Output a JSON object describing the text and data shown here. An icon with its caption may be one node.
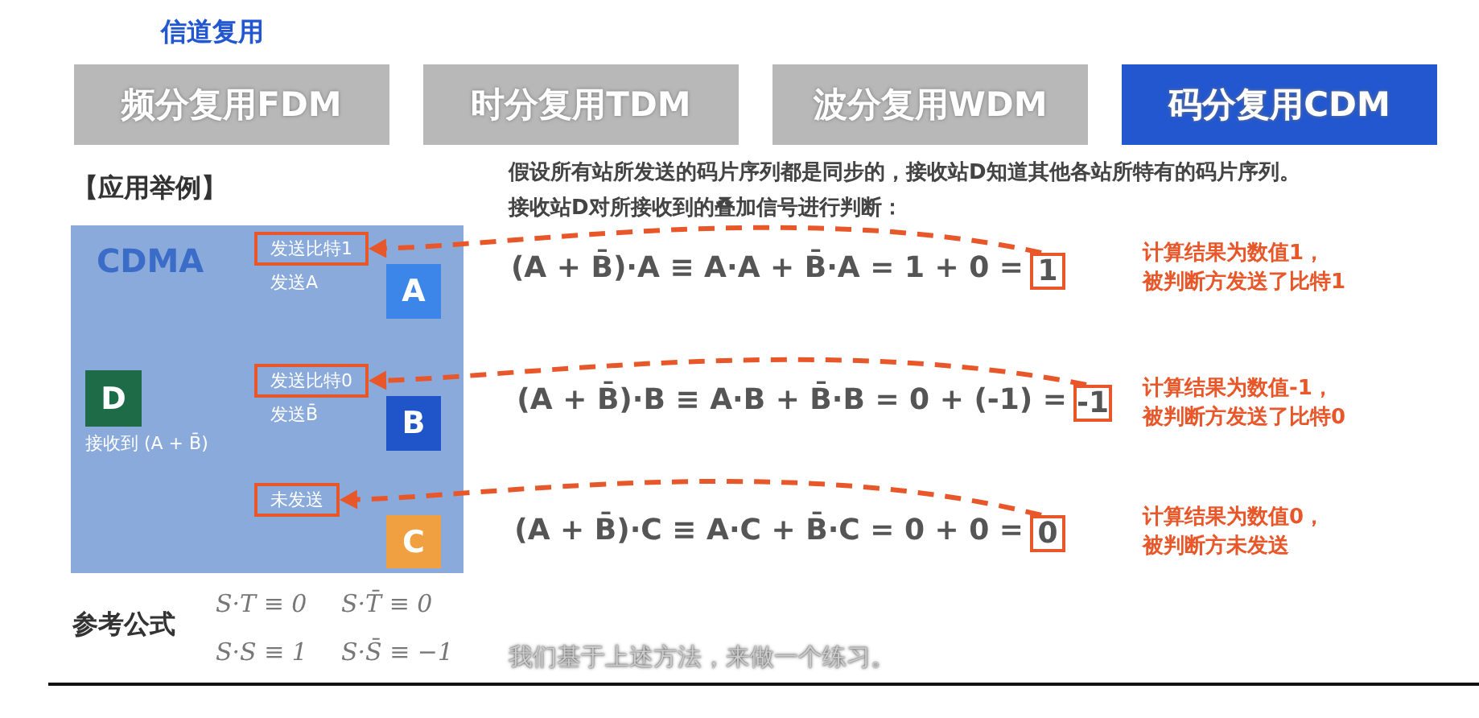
{
  "diagram": {
    "title": "信道复用",
    "nodes": [
      {
        "text": [
          "频分复用FDM"
        ]
      },
      {
        "text": [
          "时分复用TDM"
        ]
      },
      {
        "text": [
          "波分复用WDM"
        ]
      },
      {
        "text": [
          "码分复用CDM"
        ]
      },
      {
        "text": [
          "CDMA"
        ]
      },
      {
        "text": [
          "发送比特1"
        ],
        "beside": [
          "发送A"
        ],
        "in": 4
      },
      {
        "text": [
          "A"
        ],
        "in": 4
      },
      {
        "text": [
          "D"
        ],
        "beside": [
          "接收到 (A + B̄)"
        ],
        "in": 4
      },
      {
        "text": [
          "发送比特0"
        ],
        "beside": [
          "发送B̄"
        ],
        "in": 4
      },
      {
        "text": [
          "B"
        ],
        "in": 4
      },
      {
        "text": [
          "未发送"
        ],
        "in": 4
      },
      {
        "text": [
          "C"
        ],
        "in": 4
      },
      {
        "text": [
          "1"
        ]
      },
      {
        "text": [
          "-1"
        ]
      },
      {
        "text": [
          "0"
        ]
      }
    ],
    "edges": [
      {
        "from": 12,
        "to": 5,
        "arrow": "to",
        "style": "dashed",
        "color": "#e8572a"
      },
      {
        "from": 13,
        "to": 8,
        "arrow": "to",
        "style": "dashed",
        "color": "#e8572a"
      },
      {
        "from": 14,
        "to": 10,
        "arrow": "to",
        "style": "dashed",
        "color": "#e8572a"
      }
    ],
    "labels": [
      "【应用举例】",
      "假设所有站所发送的码片序列都是同步的，接收站D知道其他各站所特有的码片序列。",
      "接收站D对所接收到的叠加信号进行判断：",
      "(A + B̄)·A ≡ A·A + B̄·A = 1 + 0 =",
      "计算结果为数值1，被判断方发送了比特1",
      "(A + B̄)·B ≡ A·B + B̄·B = 0 + (-1) =",
      "计算结果为数值-1，被判断方发送了比特0",
      "(A + B̄)·C ≡ A·C + B̄·C = 0 + 0 =",
      "计算结果为数值0，被判断方未发送",
      "参考公式",
      "S·T ≡ 0",
      "S·T̄ ≡ 0",
      "S·S ≡ 1",
      "S·S̄ ≡ −1",
      "我们基于上述方法，来做一个练习。"
    ]
  }
}
